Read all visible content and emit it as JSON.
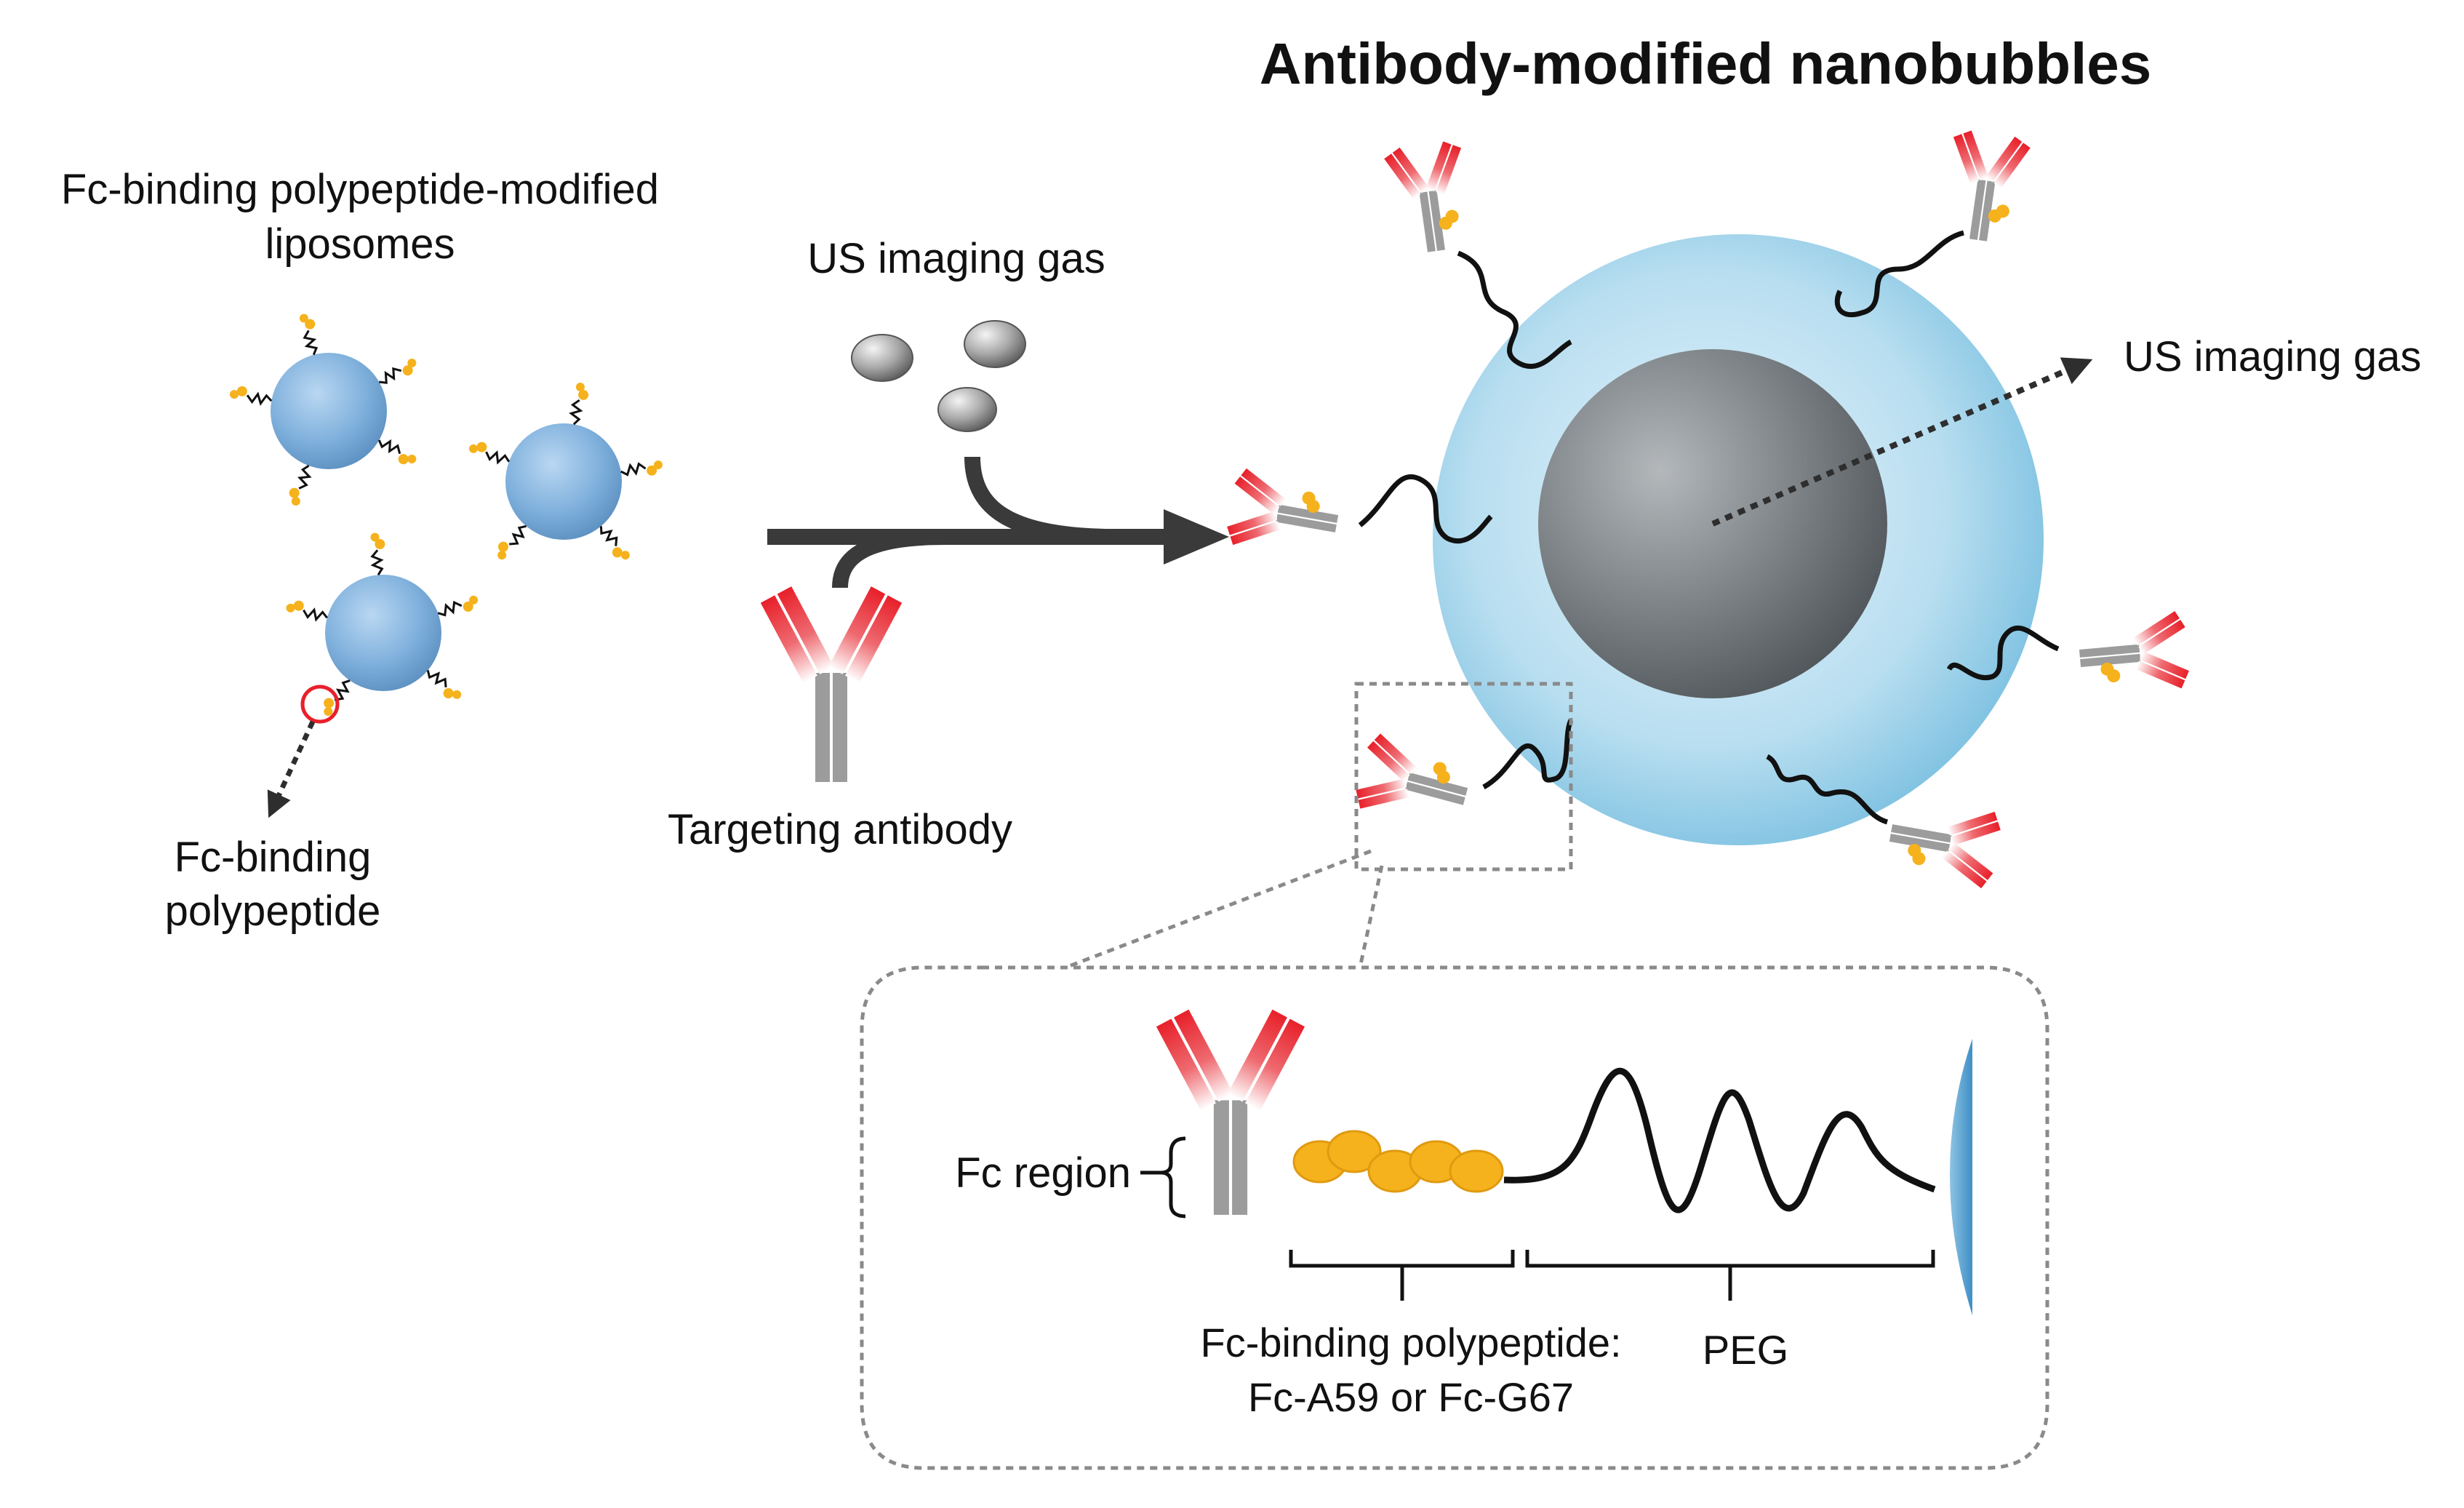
{
  "title": "Antibody-modified nanobubbles",
  "labels": {
    "liposomes_line1": "Fc-binding polypeptide-modified",
    "liposomes_line2": "liposomes",
    "us_gas_top": "US imaging gas",
    "us_gas_right": "US imaging gas",
    "targeting_antibody": "Targeting antibody",
    "fc_binding_line1": "Fc-binding",
    "fc_binding_line2": "polypeptide",
    "fc_region": "Fc region",
    "polypeptide_line1": "Fc-binding polypeptide:",
    "polypeptide_line2": "Fc-A59 or Fc-G67",
    "peg": "PEG"
  },
  "colors": {
    "liposome": "#7fb0dc",
    "bead": "#f5b21c",
    "antibody_gray": "#9c9c9c",
    "antibody_red": "#e8202a",
    "shell": "#a8d8ee",
    "core": "#6e7478",
    "arrow": "#3a3a3a"
  }
}
